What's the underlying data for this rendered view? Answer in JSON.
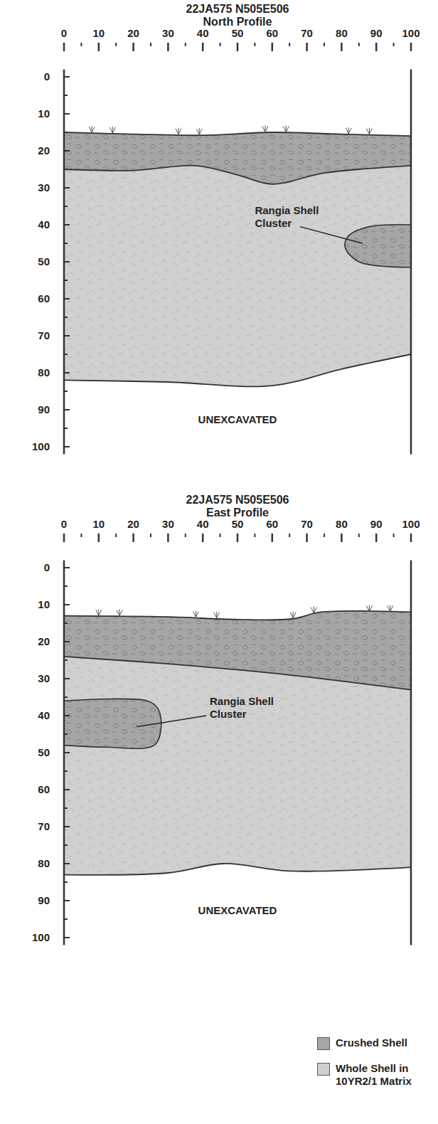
{
  "diagram": {
    "labels": [
      "22JA575 N505E506",
      "North Profile",
      "0",
      "10",
      "20",
      "30",
      "40",
      "50",
      "60",
      "70",
      "80",
      "90",
      "100",
      "0",
      "10",
      "20",
      "30",
      "40",
      "50",
      "60",
      "70",
      "80",
      "90",
      "100",
      "Rangia Shell Cluster",
      "UNEXCAVATED",
      "22JA575 N505E506",
      "East Profile",
      "0",
      "10",
      "20",
      "30",
      "40",
      "50",
      "60",
      "70",
      "80",
      "90",
      "100",
      "0",
      "10",
      "20",
      "30",
      "40",
      "50",
      "60",
      "70",
      "80",
      "90",
      "100",
      "Rangia Shell Cluster",
      "UNEXCAVATED"
    ],
    "legend": [
      {
        "text": "Crushed Shell",
        "color": "#a6a6a6"
      },
      {
        "text": "Whole Shell in 10YR2/1 Matrix",
        "color": "#d0d0d0"
      }
    ]
  }
}
